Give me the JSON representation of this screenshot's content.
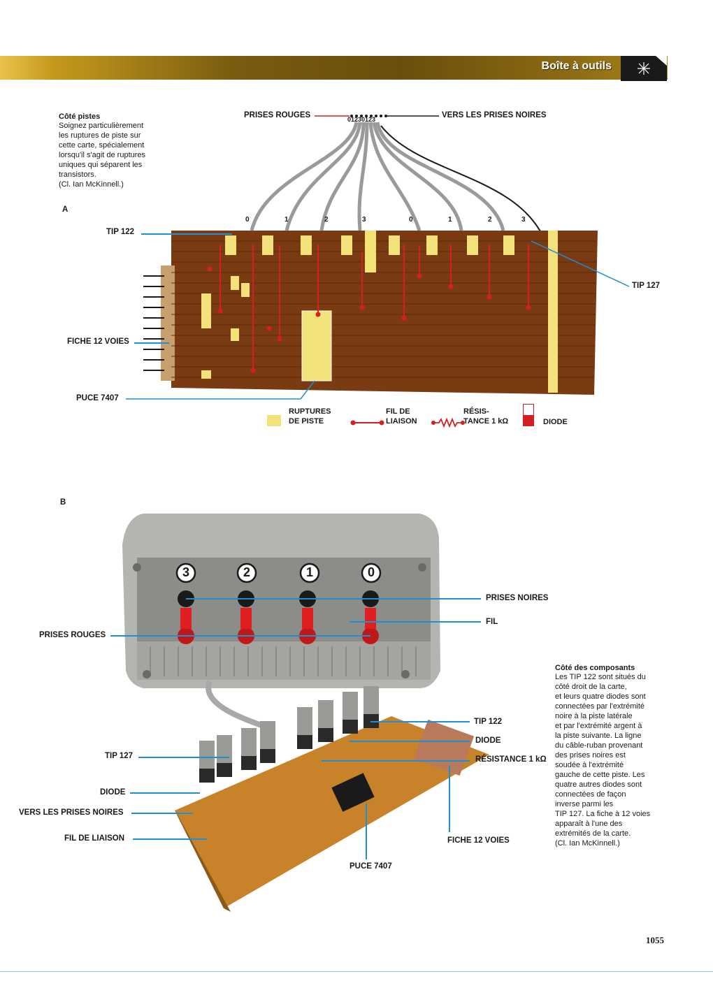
{
  "header": {
    "title": "Boîte à outils"
  },
  "caption_a": {
    "title": "Côté pistes",
    "lines": [
      "Soignez particulièrement",
      "les ruptures de piste sur",
      "cette carte, spécialement",
      "lorsqu'il s'agit de ruptures",
      "uniques qui séparent les",
      "transistors.",
      "(Cl. Ian McKinnell.)"
    ]
  },
  "figure_a": {
    "letter": "A",
    "prises_rouges": "PRISES ROUGES",
    "vers_prises_noires": "VERS LES PRISES NOIRES",
    "ribbon_numbers": "01230123",
    "pin_numbers": [
      "0",
      "1",
      "2",
      "3",
      "0",
      "1",
      "2",
      "3"
    ],
    "tip122": "TIP 122",
    "tip127": "TIP 127",
    "fiche": "FICHE 12 VOIES",
    "puce": "PUCE 7407",
    "legend": {
      "ruptures_1": "RUPTURES",
      "ruptures_2": "DE PISTE",
      "fil_1": "FIL DE",
      "fil_2": "LIAISON",
      "res_1": "RÉSIS-",
      "res_2": "TANCE 1 kΩ",
      "diode": "DIODE"
    }
  },
  "figure_b": {
    "letter": "B",
    "socket_numbers": [
      "3",
      "2",
      "1",
      "0"
    ],
    "prises_noires": "PRISES NOIRES",
    "fil": "FIL",
    "prises_rouges": "PRISES ROUGES",
    "tip122": "TIP 122",
    "diode_right": "DIODE",
    "resistance": "RÉSISTANCE 1 kΩ",
    "tip127": "TIP 127",
    "diode_left": "DIODE",
    "vers_prises_noires": "VERS LES PRISES NOIRES",
    "fil_liaison": "FIL DE LIAISON",
    "fiche": "FICHE 12 VOIES",
    "puce": "PUCE 7407"
  },
  "caption_b": {
    "title": "Côté des composants",
    "lines": [
      "Les TIP 122 sont situés du",
      "côté droit de la carte,",
      "et leurs quatre diodes sont",
      "connectées par l'extrémité",
      "noire à la piste latérale",
      "et par l'extrémité argent à",
      "la piste suivante. La ligne",
      "du câble-ruban provenant",
      "des prises noires est",
      "soudée à l'extrémité",
      "gauche de cette piste. Les",
      "quatre autres diodes sont",
      "connectées de façon",
      "inverse parmi les",
      "TIP 127. La fiche à 12 voies",
      "apparaît à l'une des",
      "extrémités de la carte.",
      "(Cl. Ian McKinnell.)"
    ]
  },
  "page_number": "1055",
  "colors": {
    "leader": "#1f8fd0",
    "board": "#7a3a12",
    "track_break": "#f2e27a",
    "red_wire": "#d42020",
    "header_gold": "#b8911c"
  }
}
